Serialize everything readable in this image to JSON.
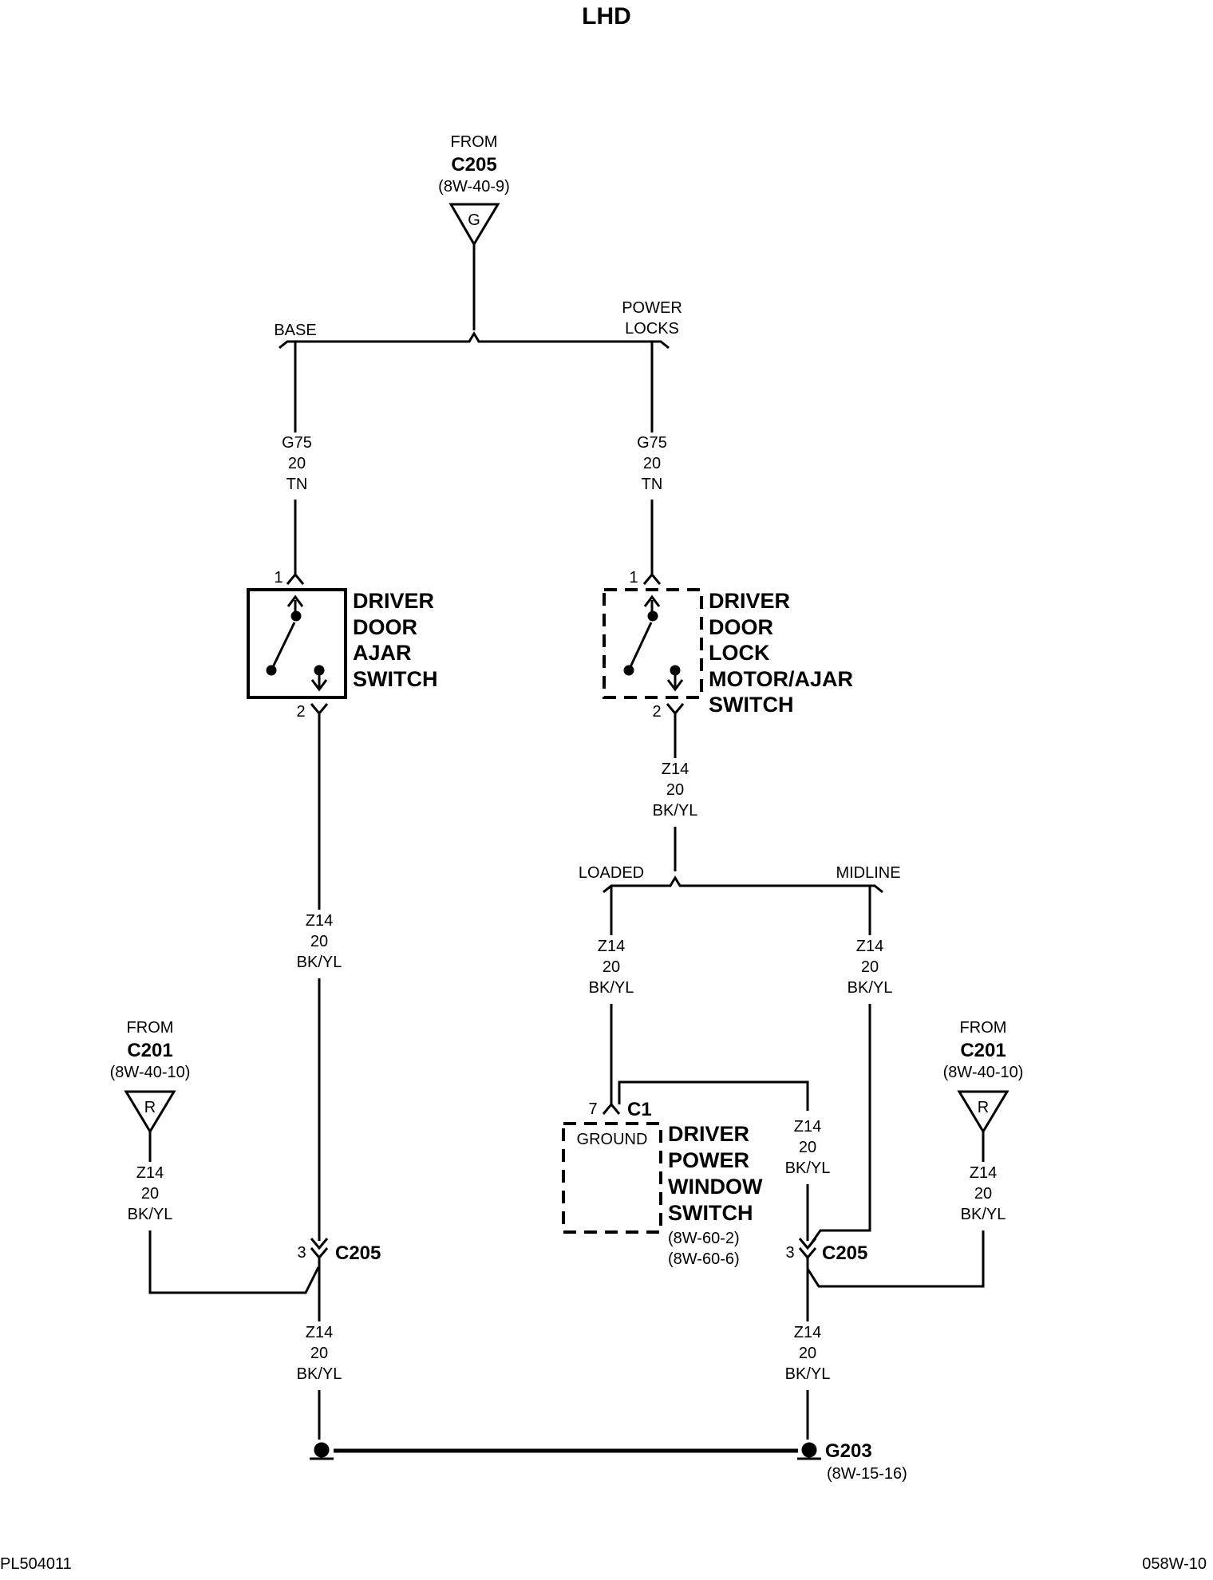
{
  "title": "LHD",
  "footer": {
    "left": "PL504011",
    "right": "058W-10"
  },
  "top_source": {
    "from": "FROM",
    "connector": "C205",
    "ref": "(8W-40-9)",
    "pin": "G",
    "split_labels": {
      "left": "BASE",
      "right_line1": "POWER",
      "right_line2": "LOCKS"
    }
  },
  "wires": {
    "g75_base": {
      "circuit": "G75",
      "gauge": "20",
      "color": "TN"
    },
    "g75_power": {
      "circuit": "G75",
      "gauge": "20",
      "color": "TN"
    },
    "z14_lock_out": {
      "circuit": "Z14",
      "gauge": "20",
      "color": "BK/YL"
    },
    "z14_ajar_out": {
      "circuit": "Z14",
      "gauge": "20",
      "color": "BK/YL"
    },
    "z14_loaded": {
      "circuit": "Z14",
      "gauge": "20",
      "color": "BK/YL"
    },
    "z14_midline": {
      "circuit": "Z14",
      "gauge": "20",
      "color": "BK/YL"
    },
    "z14_left_from": {
      "circuit": "Z14",
      "gauge": "20",
      "color": "BK/YL"
    },
    "z14_right_from": {
      "circuit": "Z14",
      "gauge": "20",
      "color": "BK/YL"
    },
    "z14_window": {
      "circuit": "Z14",
      "gauge": "20",
      "color": "BK/YL"
    },
    "z14_left_ground": {
      "circuit": "Z14",
      "gauge": "20",
      "color": "BK/YL"
    },
    "z14_right_ground": {
      "circuit": "Z14",
      "gauge": "20",
      "color": "BK/YL"
    }
  },
  "ajar_switch": {
    "pin_in": "1",
    "pin_out": "2",
    "line1": "DRIVER",
    "line2": "DOOR",
    "line3": "AJAR",
    "line4": "SWITCH"
  },
  "lock_switch": {
    "pin_in": "1",
    "pin_out": "2",
    "line1": "DRIVER",
    "line2": "DOOR",
    "line3": "LOCK",
    "line4": "MOTOR/AJAR",
    "line5": "SWITCH"
  },
  "lock_split_labels": {
    "left": "LOADED",
    "right": "MIDLINE"
  },
  "window_switch": {
    "pin": "7",
    "connector": "C1",
    "ground": "GROUND",
    "line1": "DRIVER",
    "line2": "POWER",
    "line3": "WINDOW",
    "line4": "SWITCH",
    "ref1": "(8W-60-2)",
    "ref2": "(8W-60-6)"
  },
  "left_from": {
    "from": "FROM",
    "connector": "C201",
    "ref": "(8W-40-10)",
    "pin": "R"
  },
  "right_from": {
    "from": "FROM",
    "connector": "C201",
    "ref": "(8W-40-10)",
    "pin": "R"
  },
  "left_c205": {
    "pin": "3",
    "connector": "C205"
  },
  "right_c205": {
    "pin": "3",
    "connector": "C205"
  },
  "ground": {
    "label": "G203",
    "ref": "(8W-15-16)"
  }
}
